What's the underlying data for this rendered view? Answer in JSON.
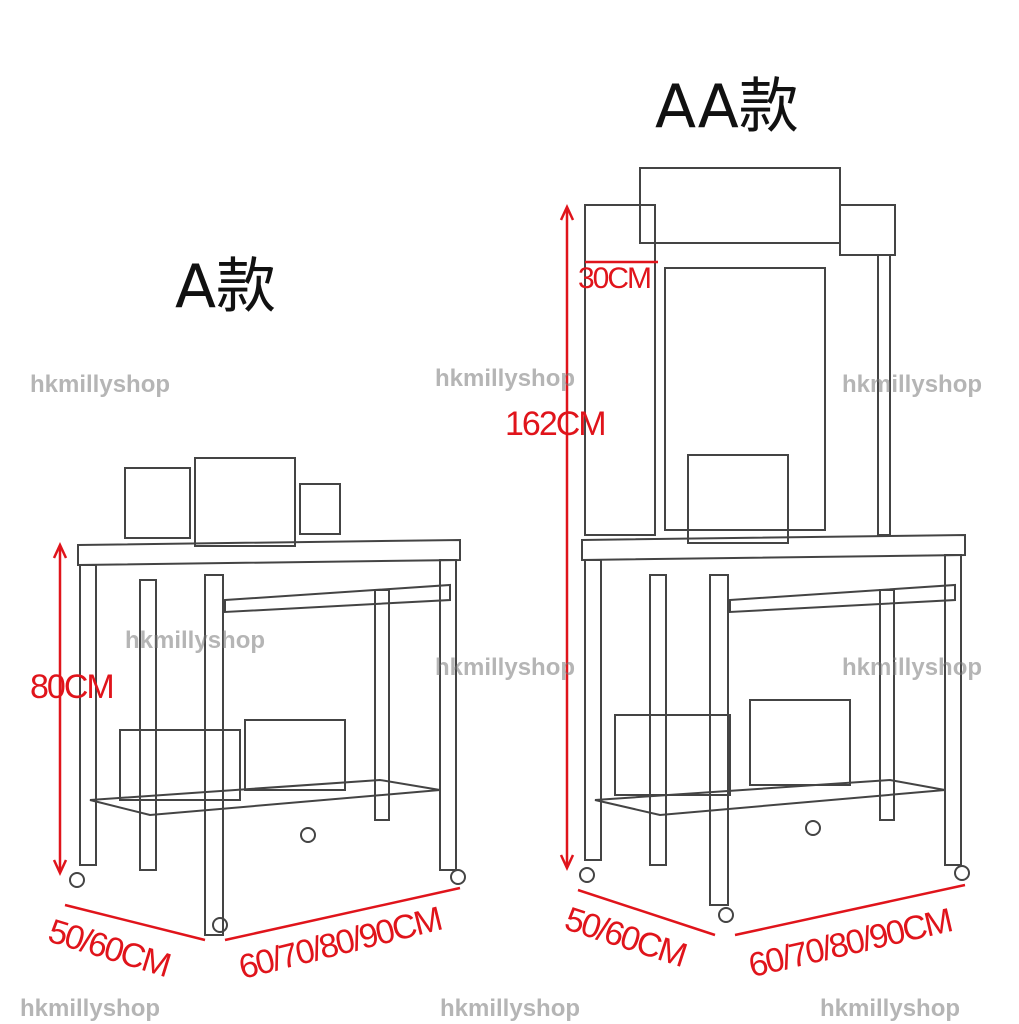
{
  "titles": {
    "model_a": "A款",
    "model_aa": "AA款"
  },
  "dimensions": {
    "a_height": "80CM",
    "a_depth": "50/60CM",
    "a_width": "60/70/80/90CM",
    "aa_shelf": "30CM",
    "aa_height": "162CM",
    "aa_depth": "50/60CM",
    "aa_width": "60/70/80/90CM"
  },
  "watermark": "hkmillyshop",
  "colors": {
    "dimension": "#e0141b",
    "line": "#333333"
  }
}
